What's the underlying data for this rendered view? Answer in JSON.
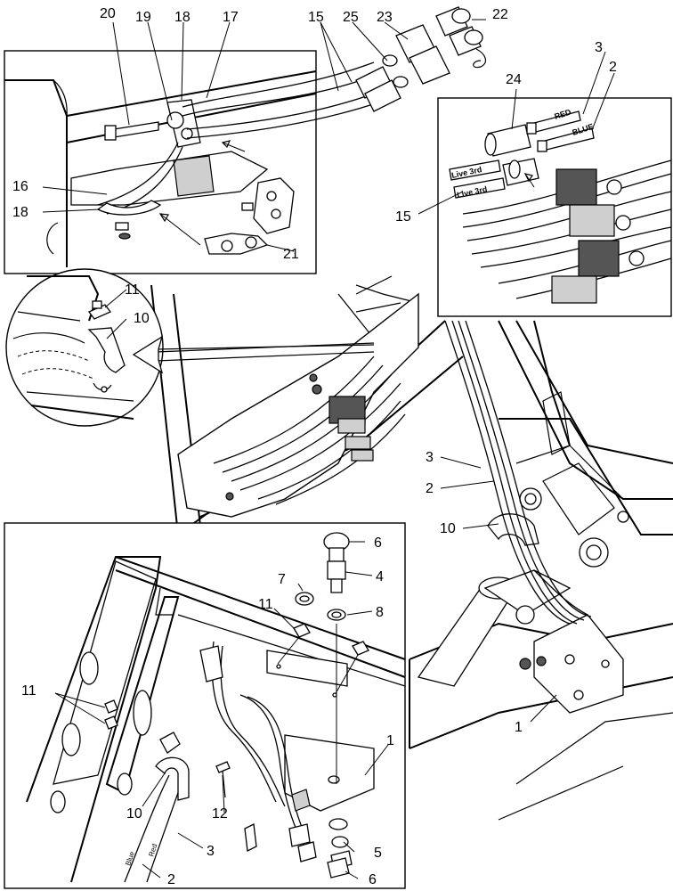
{
  "callouts": {
    "c20": "20",
    "c19": "19",
    "c18a": "18",
    "c17": "17",
    "c15a": "15",
    "c25": "25",
    "c23": "23",
    "c22": "22",
    "c3a": "3",
    "c24": "24",
    "c2a": "2",
    "c16": "16",
    "c18b": "18",
    "c15b": "15",
    "c21": "21",
    "c11a": "11",
    "c10a": "10",
    "c3b": "3",
    "c2b": "2",
    "c10b": "10",
    "c6a": "6",
    "c7": "7",
    "c4": "4",
    "c11b": "11",
    "c8": "8",
    "c11c": "11",
    "c1a": "1",
    "c1b": "1",
    "c10c": "10",
    "c12": "12",
    "c3c": "3",
    "c5": "5",
    "c2c": "2",
    "c6b": "6"
  },
  "hose_tags": {
    "red": "RED",
    "blue": "BLUE",
    "live3rd_a": "Live 3rd",
    "live3rd_b": "Live 3rd",
    "red_small": "Red",
    "blue_small": "Blue"
  }
}
